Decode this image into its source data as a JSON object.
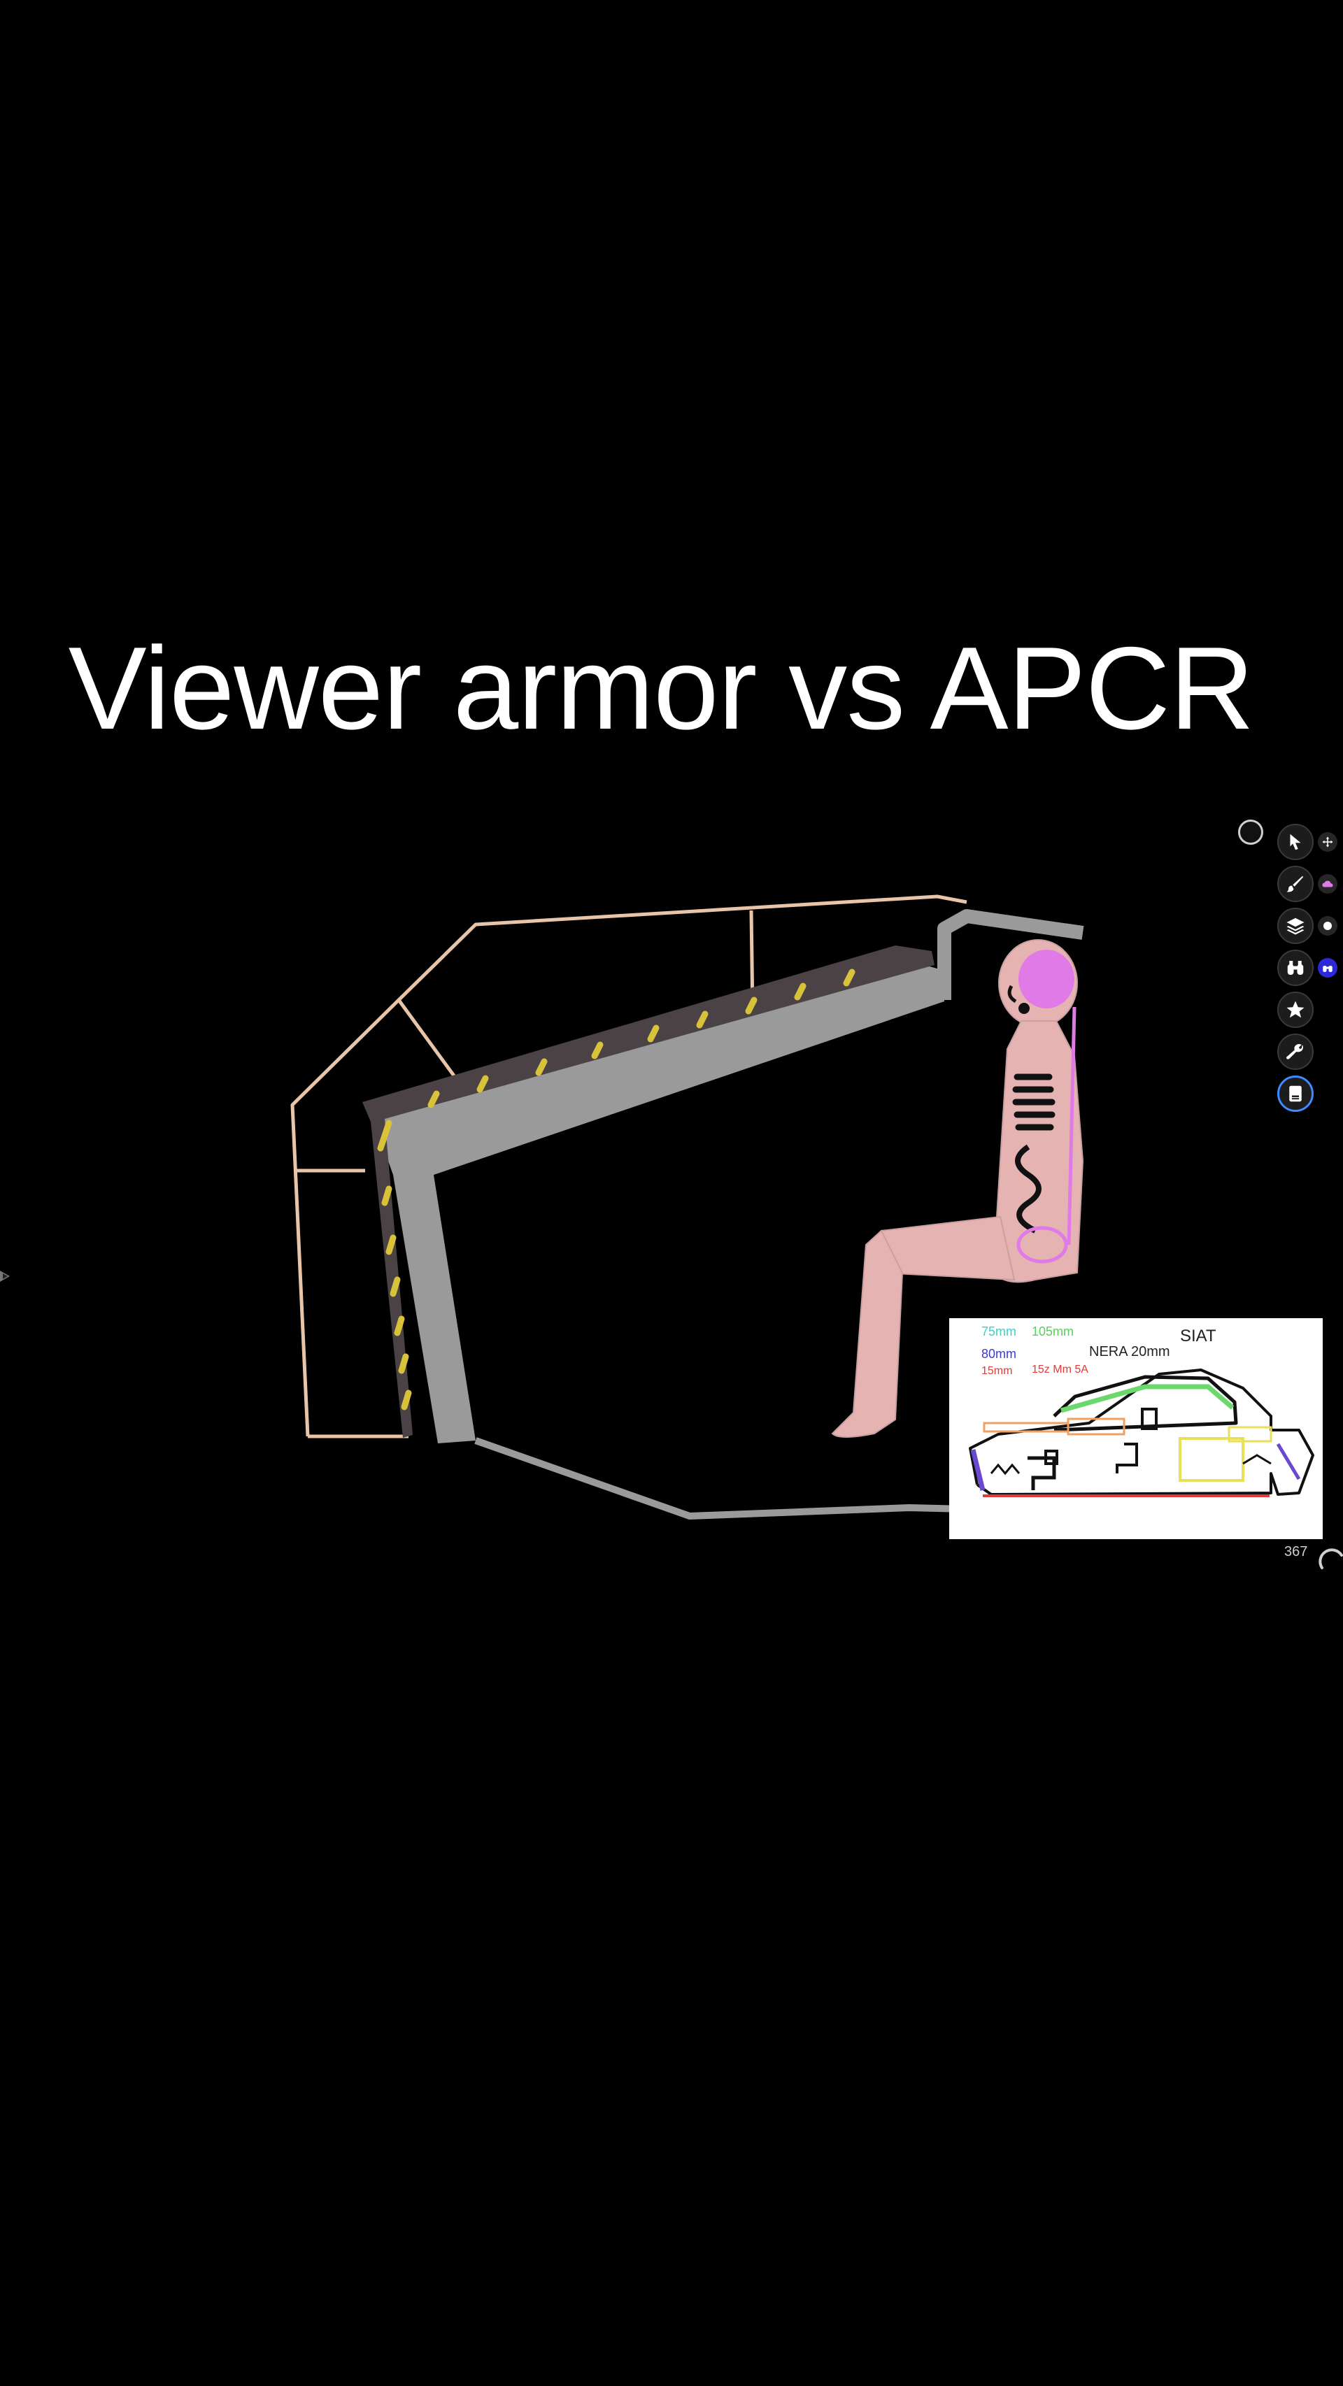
{
  "slide": {
    "title": "Viewer armor vs APCR"
  },
  "inset": {
    "labels": {
      "thick_75": "75mm",
      "thick_105": "105mm",
      "thick_80": "80mm",
      "thick_15": "15mm",
      "thick_152": "15z Mm 5A",
      "nera": "NERA 20mm",
      "siat": "SIAT"
    }
  },
  "toolbar": {
    "tools": [
      {
        "name": "pointer",
        "icon": "cursor-arrow-icon",
        "active": false
      },
      {
        "name": "brush",
        "icon": "paintbrush-icon",
        "active": false
      },
      {
        "name": "layers",
        "icon": "layers-icon",
        "active": false
      },
      {
        "name": "binoculars",
        "icon": "binoculars-icon",
        "active": false
      },
      {
        "name": "favorites",
        "icon": "star-icon",
        "active": false
      },
      {
        "name": "wrench",
        "icon": "wrench-icon",
        "active": false
      },
      {
        "name": "notes",
        "icon": "document-icon",
        "active": true
      }
    ],
    "sub_icons": [
      "move-arrows-icon",
      "cloud-icon",
      "dot-icon",
      "binoculars-small-icon"
    ]
  },
  "status": {
    "frame_counter": "367"
  },
  "colors": {
    "background": "#000000",
    "outline_peach": "#e8c4a8",
    "armor_gray": "#9a9a9a",
    "armor_dark": "#4a4244",
    "hatch_yellow": "#d8c23a",
    "skin_pink": "#e6b3b3",
    "brain_magenta": "#e07ae6",
    "accent_blue": "#3d8bff"
  }
}
